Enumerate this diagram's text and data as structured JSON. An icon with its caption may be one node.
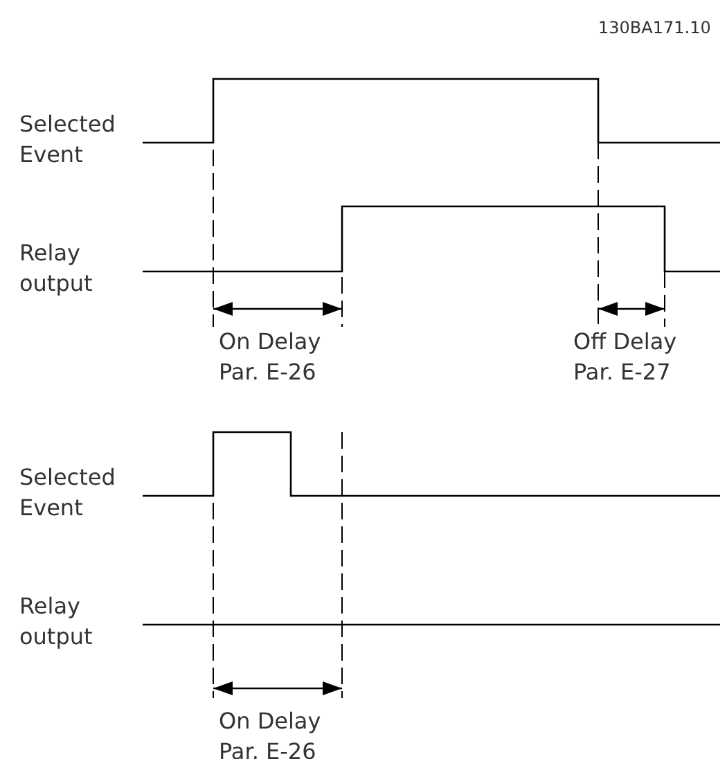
{
  "diagram": {
    "labels": [
      "130BA171.10",
      "Selected Event",
      "Relay output",
      "On Delay Par. E-26",
      "Off Delay Par. E-27",
      "Selected Event",
      "Relay output",
      "On Delay Par. E-26"
    ]
  }
}
